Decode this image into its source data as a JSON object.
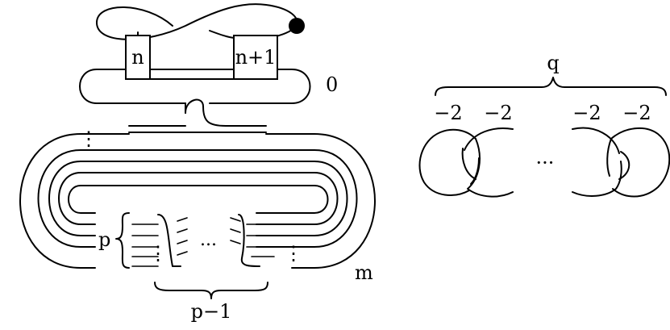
{
  "kirby": {
    "box_left": "n",
    "box_right": "n+1",
    "framing_zero": "0",
    "label_p": "p",
    "label_p_minus_1": "p−1",
    "label_m": "m",
    "dots_inner": "...",
    "dots_vertical": "⋮"
  },
  "chain": {
    "label_q": "q",
    "framings": [
      "−2",
      "−2",
      "−2",
      "−2"
    ],
    "dots": "···"
  }
}
